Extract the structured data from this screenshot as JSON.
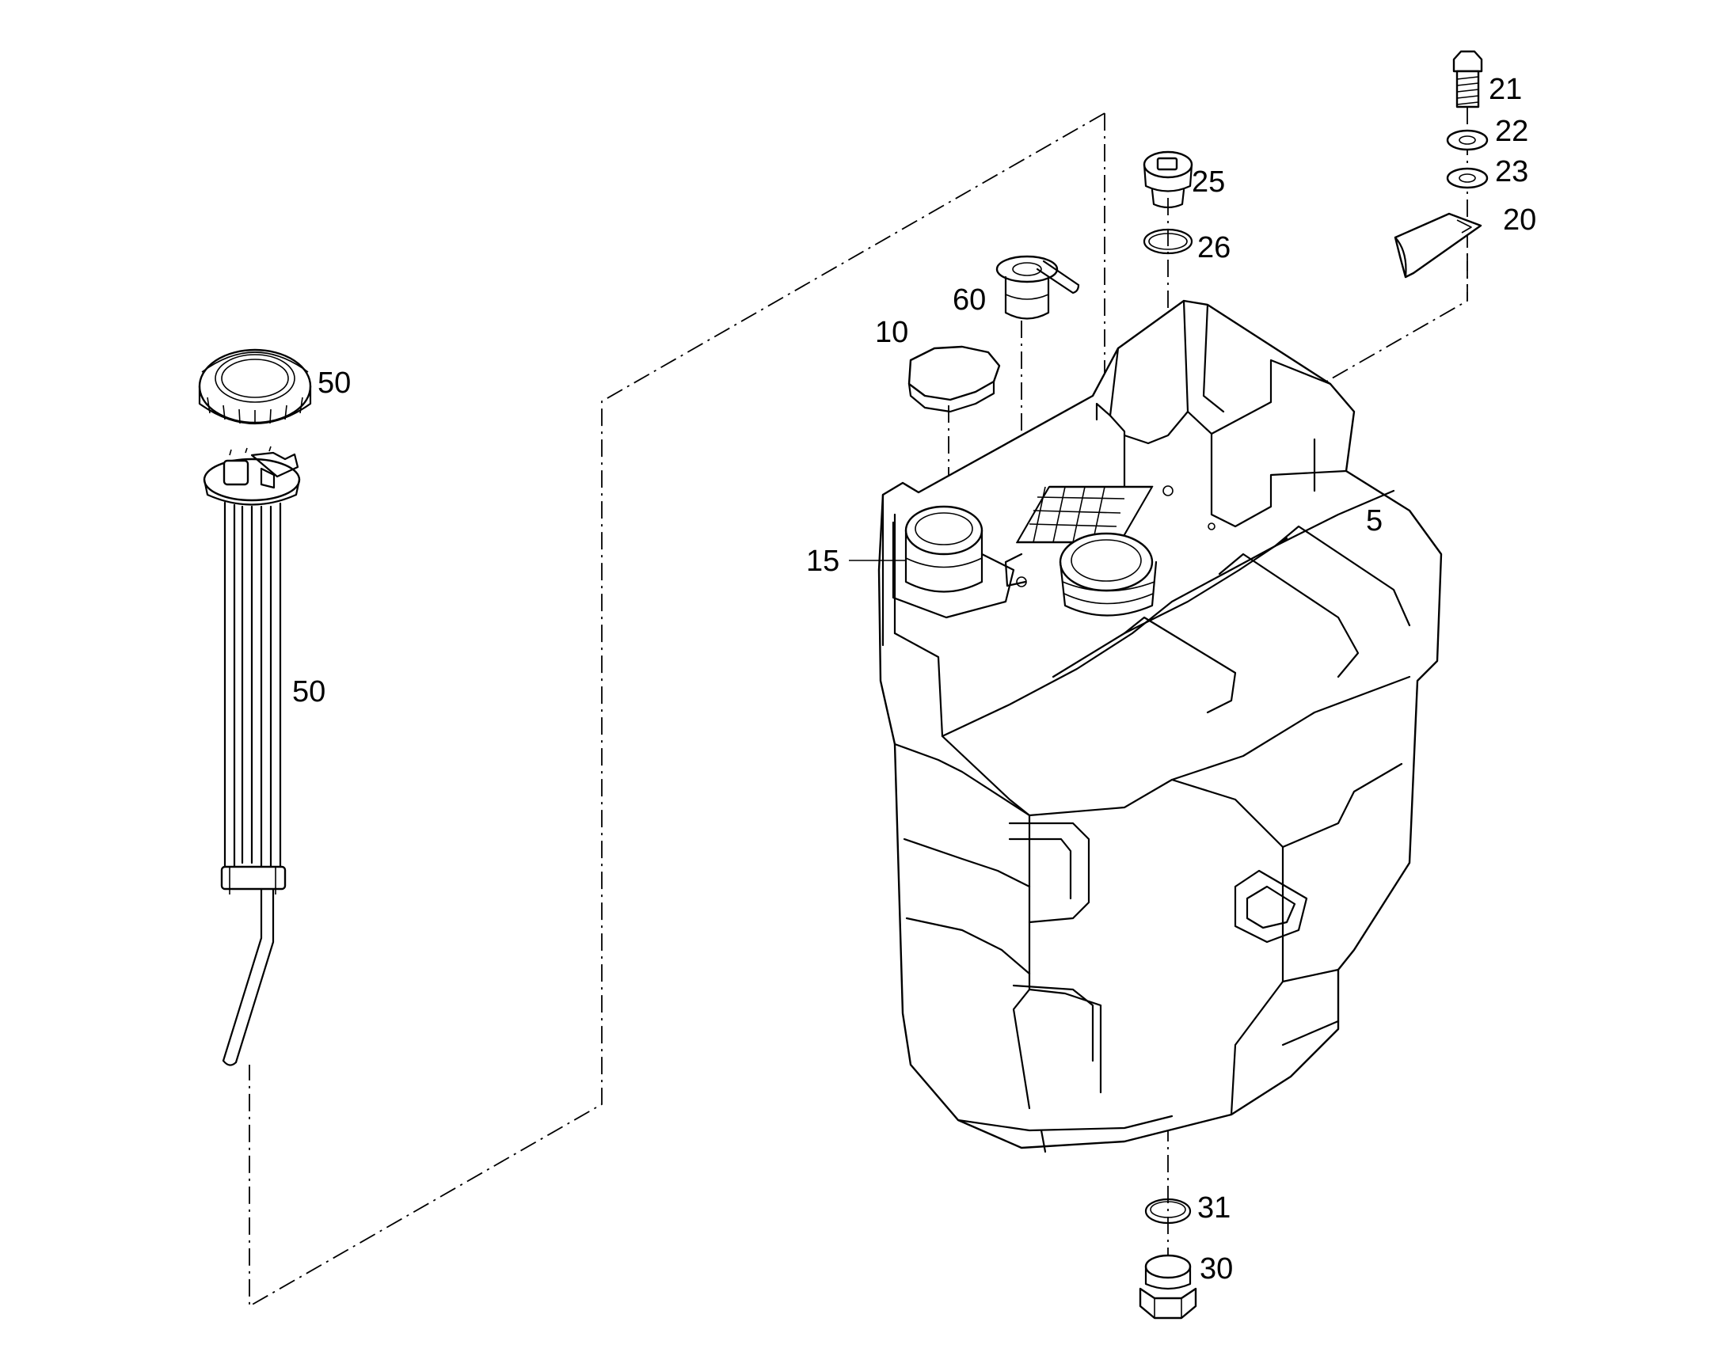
{
  "callouts": [
    {
      "id": "p21",
      "text": "21"
    },
    {
      "id": "p22",
      "text": "22"
    },
    {
      "id": "p23",
      "text": "23"
    },
    {
      "id": "p20",
      "text": "20"
    },
    {
      "id": "p25",
      "text": "25"
    },
    {
      "id": "p26",
      "text": "26"
    },
    {
      "id": "p60",
      "text": "60"
    },
    {
      "id": "p10",
      "text": "10"
    },
    {
      "id": "p50a",
      "text": "50"
    },
    {
      "id": "p15",
      "text": "15"
    },
    {
      "id": "p5",
      "text": "5"
    },
    {
      "id": "p50b",
      "text": "50"
    },
    {
      "id": "p31",
      "text": "31"
    },
    {
      "id": "p30",
      "text": "30"
    }
  ]
}
